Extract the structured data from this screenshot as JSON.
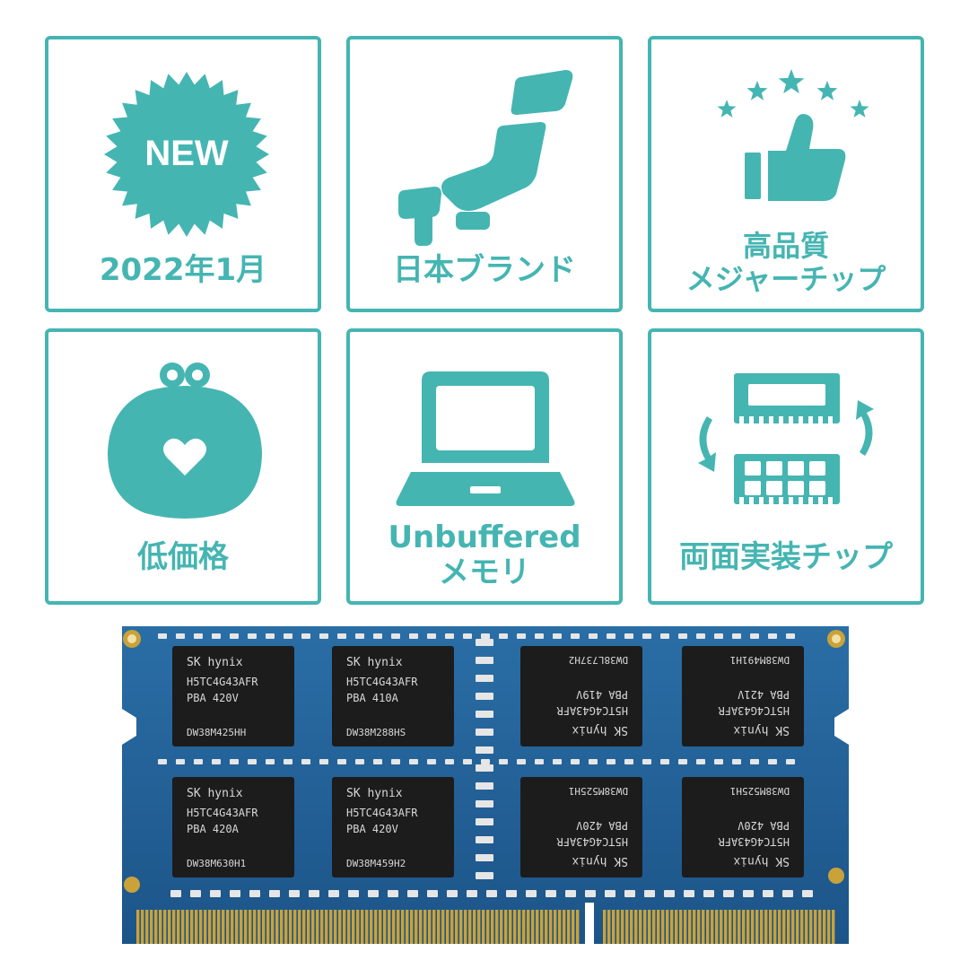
{
  "colors": {
    "accent": "#45b5b2",
    "pcb": "#1f5f96",
    "chip": "#1c1c1c",
    "gold": "#c9a23a"
  },
  "features": [
    {
      "icon": "new-badge-icon",
      "badge_text": "NEW",
      "lines": [
        "2022年1月"
      ]
    },
    {
      "icon": "japan-map-icon",
      "lines": [
        "日本ブランド"
      ]
    },
    {
      "icon": "thumbs-up-stars-icon",
      "lines": [
        "高品質",
        "メジャーチップ"
      ]
    },
    {
      "icon": "purse-heart-icon",
      "lines": [
        "低価格"
      ]
    },
    {
      "icon": "laptop-icon",
      "lines": [
        "Unbuffered",
        "メモリ"
      ]
    },
    {
      "icon": "double-sided-memory-icon",
      "lines": [
        "両面実装チップ"
      ]
    }
  ],
  "ram_module": {
    "chips": [
      {
        "brand": "SK hynix",
        "part": "H5TC4G43AFR",
        "grade": "PBA  420V",
        "lot": "DW38M425HH"
      },
      {
        "brand": "SK hynix",
        "part": "H5TC4G43AFR",
        "grade": "PBA  410A",
        "lot": "DW38M288HS"
      },
      {
        "brand": "SK hynix",
        "part": "H5TC4G43AFR",
        "grade": "PBA  419V",
        "lot": "DW38L737H2"
      },
      {
        "brand": "SK hynix",
        "part": "H5TC4G43AFR",
        "grade": "PBA  421V",
        "lot": "DW38M491H1"
      },
      {
        "brand": "SK hynix",
        "part": "H5TC4G43AFR",
        "grade": "PBA  420A",
        "lot": "DW38M630H1"
      },
      {
        "brand": "SK hynix",
        "part": "H5TC4G43AFR",
        "grade": "PBA  420V",
        "lot": "DW38M459H2"
      },
      {
        "brand": "SK hynix",
        "part": "H5TC4G43AFR",
        "grade": "PBA  420V",
        "lot": "DW38M525H1"
      },
      {
        "brand": "SK hynix",
        "part": "H5TC4G43AFR",
        "grade": "PBA  420V",
        "lot": "DW38M525H1"
      }
    ]
  }
}
